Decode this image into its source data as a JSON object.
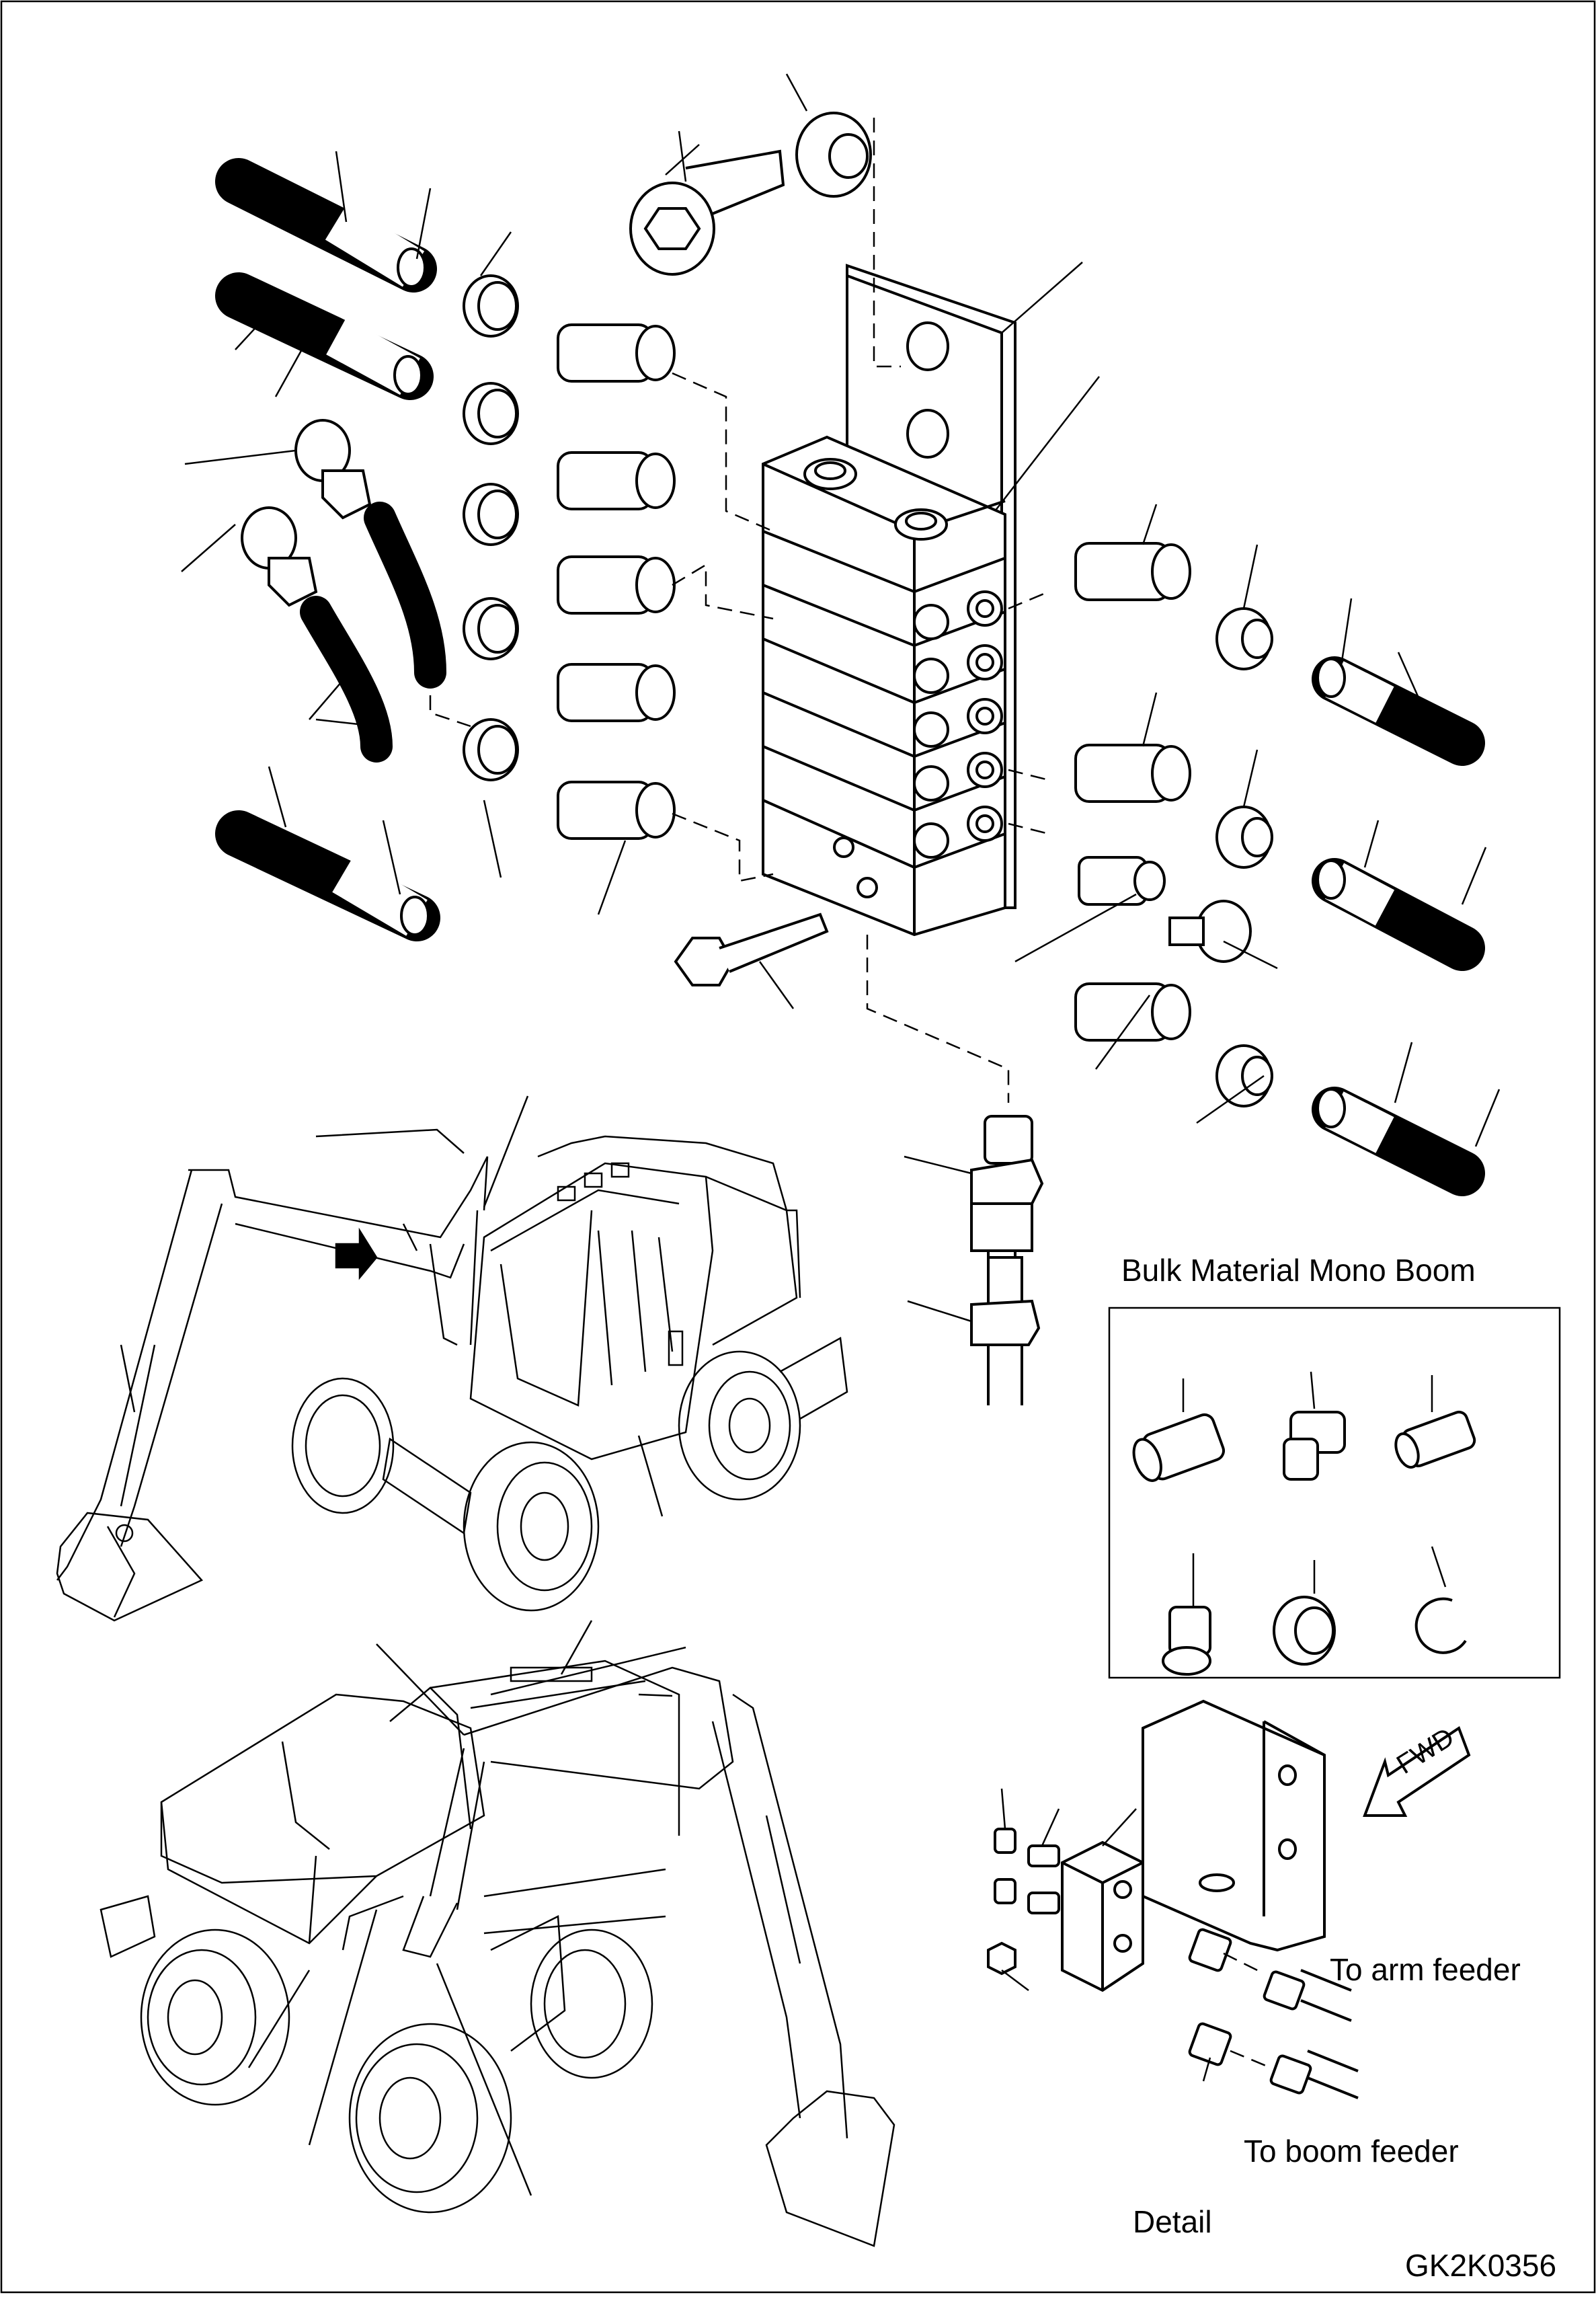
{
  "labels": {
    "bulk_title": "Bulk Material Mono Boom",
    "to_arm_feeder": "To arm feeder",
    "to_boom_feeder": "To boom feeder",
    "detail": "Detail",
    "figure_code": "GK2K0356",
    "fwd": "FWD"
  }
}
